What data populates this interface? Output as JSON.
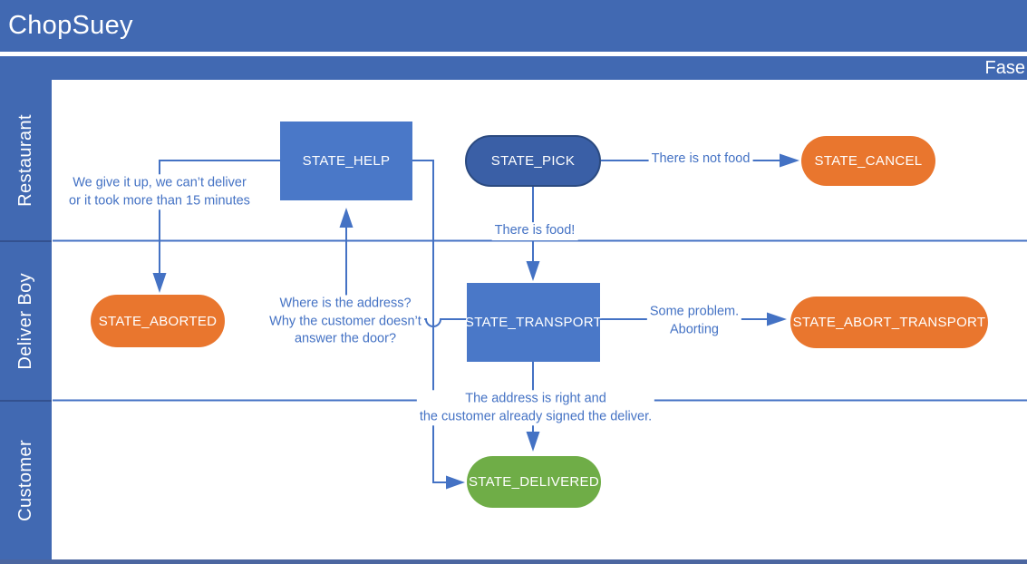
{
  "title": "ChopSuey",
  "phase_band": {
    "label": "Fase"
  },
  "lanes": [
    {
      "label": "Restaurant"
    },
    {
      "label": "Deliver Boy"
    },
    {
      "label": "Customer"
    }
  ],
  "states": {
    "help": {
      "label": "STATE_HELP"
    },
    "pick": {
      "label": "STATE_PICK"
    },
    "cancel": {
      "label": "STATE_CANCEL"
    },
    "aborted": {
      "label": "STATE_ABORTED"
    },
    "transport": {
      "label": "STATE_TRANSPORT"
    },
    "abort_transport": {
      "label": "STATE_ABORT_TRANSPORT"
    },
    "delivered": {
      "label": "STATE_DELIVERED"
    }
  },
  "edges": {
    "pick_cancel": {
      "label": "There is not food"
    },
    "pick_transport": {
      "label": "There is food!"
    },
    "transport_abort": {
      "label": "Some problem.\nAborting"
    },
    "transport_help": {
      "label": "Where is the address?\nWhy the customer doesn’t\nanswer the door?"
    },
    "help_aborted": {
      "label": "We give it up, we can’t deliver\nor it took more than 15 minutes"
    },
    "transport_delivered": {
      "label": "The address is right and\nthe customer already signed the deliver."
    }
  },
  "colors": {
    "band_blue": "#4169b2",
    "lane_divider": "#33518f",
    "node_blue": "#4a78c8",
    "node_dark_blue": "#3a5fa6",
    "node_dark_blue_border": "#2b4a80",
    "node_orange": "#e9762e",
    "node_green": "#6fad47",
    "connector_blue": "#4472c4",
    "bottom_bar": "#4c66a0"
  }
}
